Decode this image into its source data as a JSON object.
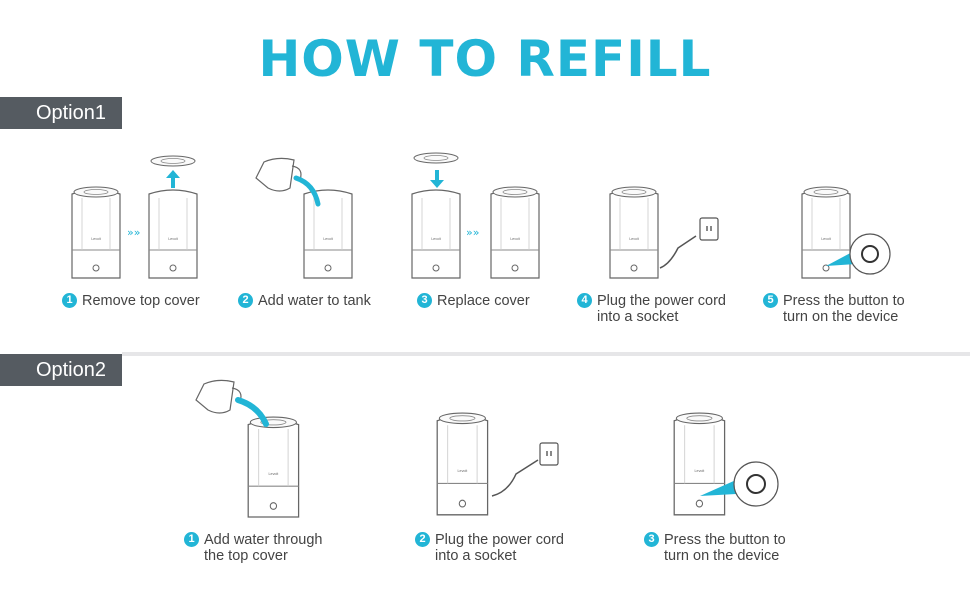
{
  "title": "HOW TO REFILL",
  "brand": "Levoit",
  "accent_color": "#22b5d6",
  "option1": {
    "label": "Option1",
    "steps": [
      {
        "num": "1",
        "line1": "Remove top cover",
        "line2": ""
      },
      {
        "num": "2",
        "line1": "Add water to tank",
        "line2": ""
      },
      {
        "num": "3",
        "line1": "Replace cover",
        "line2": ""
      },
      {
        "num": "4",
        "line1": "Plug the power cord",
        "line2": "into a socket"
      },
      {
        "num": "5",
        "line1": "Press the button to",
        "line2": "turn on the device"
      }
    ]
  },
  "option2": {
    "label": "Option2",
    "steps": [
      {
        "num": "1",
        "line1": "Add water through",
        "line2": "the top cover"
      },
      {
        "num": "2",
        "line1": "Plug the power cord",
        "line2": "into a socket"
      },
      {
        "num": "3",
        "line1": "Press the button to",
        "line2": "turn on the device"
      }
    ]
  },
  "icons": [
    "humidifier-icon",
    "arrow-up-icon",
    "arrow-down-icon",
    "pitcher-icon",
    "plug-icon",
    "power-button-icon",
    "double-chevron-icon"
  ]
}
